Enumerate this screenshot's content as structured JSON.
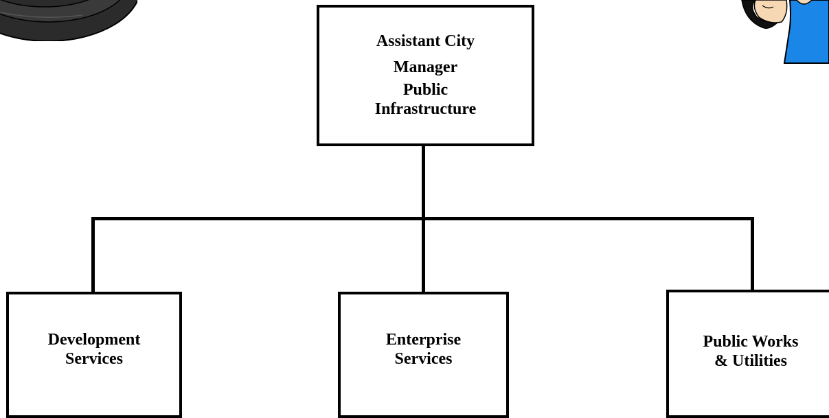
{
  "org_chart": {
    "root": {
      "lines": [
        "Assistant City",
        "Manager",
        "Public",
        "Infrastructure"
      ]
    },
    "children": [
      {
        "lines": [
          "Development",
          "Services"
        ]
      },
      {
        "lines": [
          "Enterprise",
          "Services"
        ]
      },
      {
        "lines": [
          "Public Works",
          "& Utilities"
        ]
      }
    ]
  },
  "decorations": {
    "top_left": "tire-clipart",
    "top_right": "person-clipart"
  },
  "colors": {
    "border": "#000000",
    "tire": "#2b2b2b",
    "shirt": "#1a86e8",
    "skin": "#f6d8b4"
  }
}
